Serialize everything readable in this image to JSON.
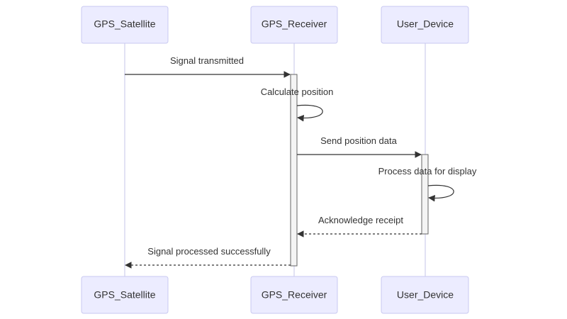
{
  "diagram": {
    "type": "sequence",
    "participants": [
      {
        "id": "sat",
        "label": "GPS_Satellite"
      },
      {
        "id": "rcv",
        "label": "GPS_Receiver"
      },
      {
        "id": "dev",
        "label": "User_Device"
      }
    ],
    "messages": [
      {
        "from": "sat",
        "to": "rcv",
        "text": "Signal transmitted",
        "style": "solid"
      },
      {
        "from": "rcv",
        "to": "rcv",
        "text": "Calculate position",
        "style": "solid"
      },
      {
        "from": "rcv",
        "to": "dev",
        "text": "Send position data",
        "style": "solid"
      },
      {
        "from": "dev",
        "to": "dev",
        "text": "Process data for display",
        "style": "solid"
      },
      {
        "from": "dev",
        "to": "rcv",
        "text": "Acknowledge receipt",
        "style": "dashed"
      },
      {
        "from": "rcv",
        "to": "sat",
        "text": "Signal processed successfully",
        "style": "dashed"
      }
    ],
    "colors": {
      "actor_fill": "#ececff",
      "actor_border": "#c9c9f0",
      "lifeline": "#c5c5ea",
      "arrow": "#333333",
      "activation_fill": "#f4f4f4"
    }
  }
}
